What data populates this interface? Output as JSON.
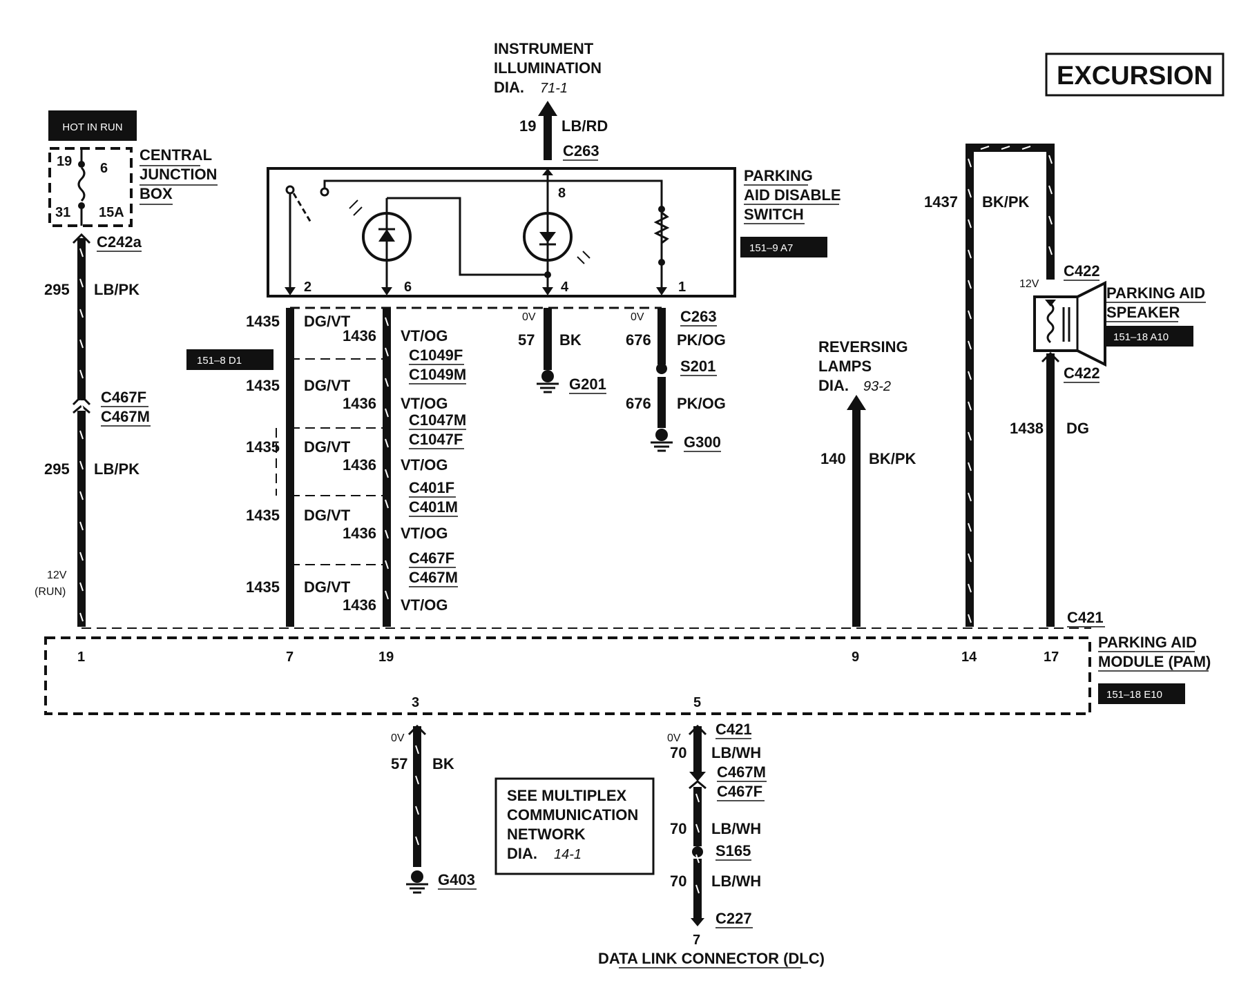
{
  "title": "EXCURSION",
  "hot_in_run": "HOT IN RUN",
  "central_junction_box": {
    "label_lines": [
      "CENTRAL",
      "JUNCTION",
      "BOX"
    ],
    "pins": {
      "top_left": "19",
      "top_right": "6",
      "bottom_left": "31",
      "bottom_right": "15A"
    }
  },
  "instrument_illumination": {
    "lines": [
      "INSTRUMENT",
      "ILLUMINATION"
    ],
    "dia_prefix": "DIA.",
    "dia_ref": "71-1",
    "circuit": "19",
    "color": "LB/RD",
    "connector": "C263"
  },
  "parking_aid_disable_switch": {
    "label_lines": [
      "PARKING",
      "AID DISABLE",
      "SWITCH"
    ],
    "ref": "151–9 A7",
    "pins": [
      "2",
      "6",
      "8",
      "4",
      "1"
    ]
  },
  "reversing_lamps": {
    "lines": [
      "REVERSING",
      "LAMPS"
    ],
    "dia_prefix": "DIA.",
    "dia_ref": "93-2",
    "circuit": "140",
    "color": "BK/PK"
  },
  "parking_aid_speaker": {
    "label_lines": [
      "PARKING AID",
      "SPEAKER"
    ],
    "ref": "151–18 A10",
    "voltage": "12V",
    "connector_top": "C422",
    "connector_bottom": "C422"
  },
  "parking_aid_module": {
    "label_lines": [
      "PARKING AID",
      "MODULE (PAM)"
    ],
    "ref": "151–18 E10",
    "connector": "C421",
    "top_pins": [
      "1",
      "7",
      "19",
      "9",
      "14",
      "17"
    ],
    "bottom_pins": [
      "3",
      "5"
    ]
  },
  "ref_151_8": "151–8 D1",
  "left_wire": {
    "connector_top": "C242a",
    "circuit": "295",
    "color": "LB/PK",
    "mid_connectors": [
      "C467F",
      "C467M"
    ],
    "voltage_lines": [
      "12V",
      "(RUN)"
    ]
  },
  "wires_1435_1436": {
    "circuit_a": "1435",
    "color_a": "DG/VT",
    "circuit_b": "1436",
    "color_b": "VT/OG",
    "connectors": [
      [
        "C1049F",
        "C1049M"
      ],
      [
        "C1047M",
        "C1047F"
      ],
      [
        "C401F",
        "C401M"
      ],
      [
        "C467F",
        "C467M"
      ]
    ]
  },
  "ground_g201": {
    "voltage": "0V",
    "circuit": "57",
    "color": "BK",
    "ground": "G201"
  },
  "wire_676": {
    "voltage": "0V",
    "connector": "C263",
    "circuit": "676",
    "color": "PK/OG",
    "splice": "S201",
    "ground": "G300"
  },
  "wire_1437": {
    "circuit": "1437",
    "color": "BK/PK"
  },
  "wire_1438": {
    "circuit": "1438",
    "color": "DG"
  },
  "ground_g403": {
    "voltage": "0V",
    "circuit": "57",
    "color": "BK",
    "ground": "G403"
  },
  "wire_70": {
    "voltage": "0V",
    "connector_top": "C421",
    "circuit": "70",
    "color": "LB/WH",
    "mid_connectors": [
      "C467M",
      "C467F"
    ],
    "splice": "S165",
    "connector_bottom": "C227",
    "dlc_pin": "7",
    "dlc_label": "DATA LINK CONNECTOR (DLC)"
  },
  "multiplex_note": {
    "lines": [
      "SEE MULTIPLEX",
      "COMMUNICATION",
      "NETWORK"
    ],
    "dia_prefix": "DIA.",
    "dia_ref": "14-1"
  }
}
